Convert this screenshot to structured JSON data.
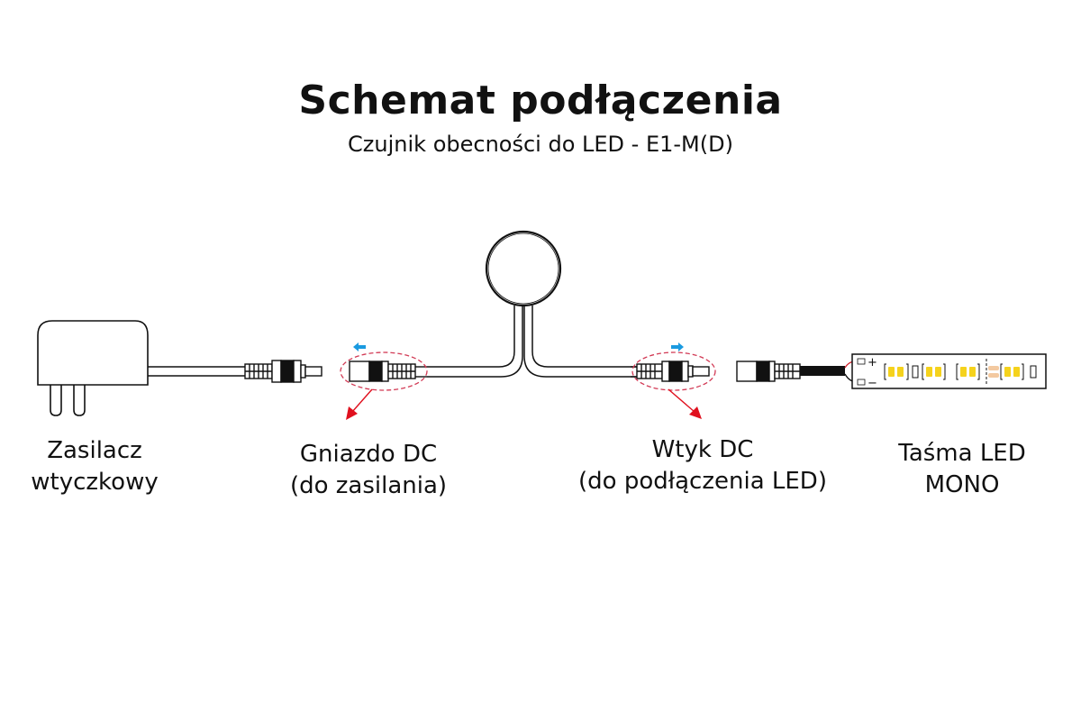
{
  "header": {
    "title": "Schemat podłączenia",
    "subtitle": "Czujnik obecności do LED - E1-M(D)"
  },
  "components": [
    {
      "id": "power-supply",
      "line1": "Zasilacz",
      "line2": "wtyczkowy"
    },
    {
      "id": "dc-socket",
      "line1": "Gniazdo DC",
      "line2": "(do zasilania)"
    },
    {
      "id": "dc-plug",
      "line1": "Wtyk DC",
      "line2": "(do podłączenia LED)"
    },
    {
      "id": "led-strip",
      "line1": "Taśma LED",
      "line2": "MONO"
    }
  ],
  "strip": {
    "plus": "+",
    "minus": "−"
  },
  "colors": {
    "line": "#111111",
    "highlight_dashed": "#d23a55",
    "pointer_arrow": "#e0101e",
    "direction_arrow": "#1a9ae0",
    "led_yellow": "#f5d21c",
    "led_warm": "#f3c9a0",
    "wire_red": "#d0202a"
  }
}
